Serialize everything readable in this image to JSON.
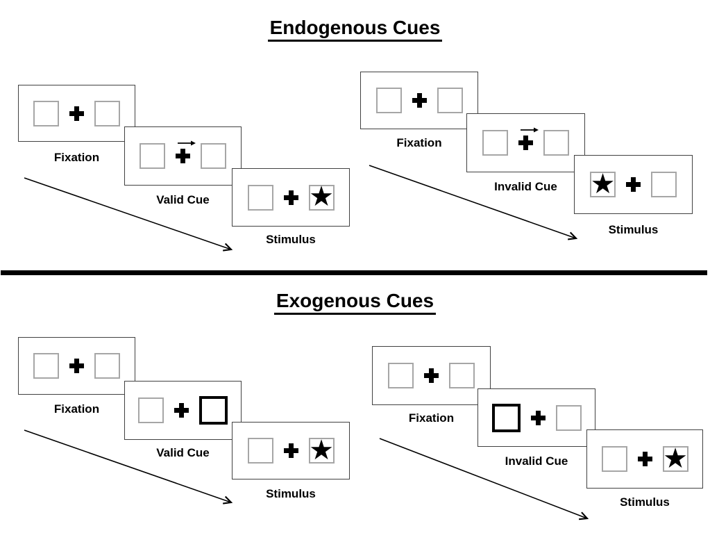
{
  "diagram": {
    "sections": [
      {
        "title": "Endogenous Cues",
        "groups": [
          {
            "trial_type": "valid-trial",
            "panels": [
              {
                "label": "Fixation"
              },
              {
                "label": "Valid Cue",
                "cue": "arrow-right-above-fixation"
              },
              {
                "label": "Stimulus",
                "star_in": "right-box"
              }
            ]
          },
          {
            "trial_type": "invalid-trial",
            "panels": [
              {
                "label": "Fixation"
              },
              {
                "label": "Invalid Cue",
                "cue": "arrow-right-above-fixation"
              },
              {
                "label": "Stimulus",
                "star_in": "left-box"
              }
            ]
          }
        ]
      },
      {
        "title": "Exogenous Cues",
        "groups": [
          {
            "trial_type": "valid-trial",
            "panels": [
              {
                "label": "Fixation"
              },
              {
                "label": "Valid Cue",
                "cue": "highlighted-right-box"
              },
              {
                "label": "Stimulus",
                "star_in": "right-box"
              }
            ]
          },
          {
            "trial_type": "invalid-trial",
            "panels": [
              {
                "label": "Fixation"
              },
              {
                "label": "Invalid Cue",
                "cue": "highlighted-left-box"
              },
              {
                "label": "Stimulus",
                "star_in": "right-box"
              }
            ]
          }
        ]
      }
    ],
    "icons": {
      "star": "★"
    },
    "colors": {
      "ink": "#000000",
      "panel_border": "#404040",
      "box_border": "#a6a6a6",
      "background": "#ffffff"
    }
  }
}
